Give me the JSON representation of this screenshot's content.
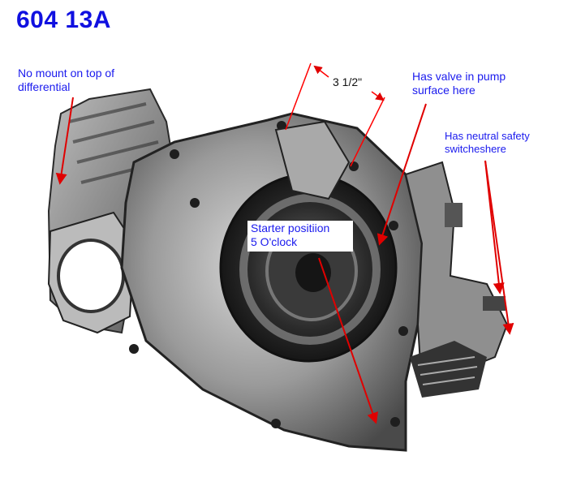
{
  "title": "604 13A",
  "notes": {
    "mount": "No mount on top of\ndifferential",
    "valve": "Has valve  in pump\nsurface here",
    "safety": "Has neutral safety\nswitcheshere",
    "dimension": "3 1/2\"",
    "starter": "Starter positiion\n5 O'clock"
  },
  "colors": {
    "title": "#1010e0",
    "note_text": "#1a1aee",
    "arrows": "#e00000",
    "dimension_lines": "#ff0000"
  }
}
